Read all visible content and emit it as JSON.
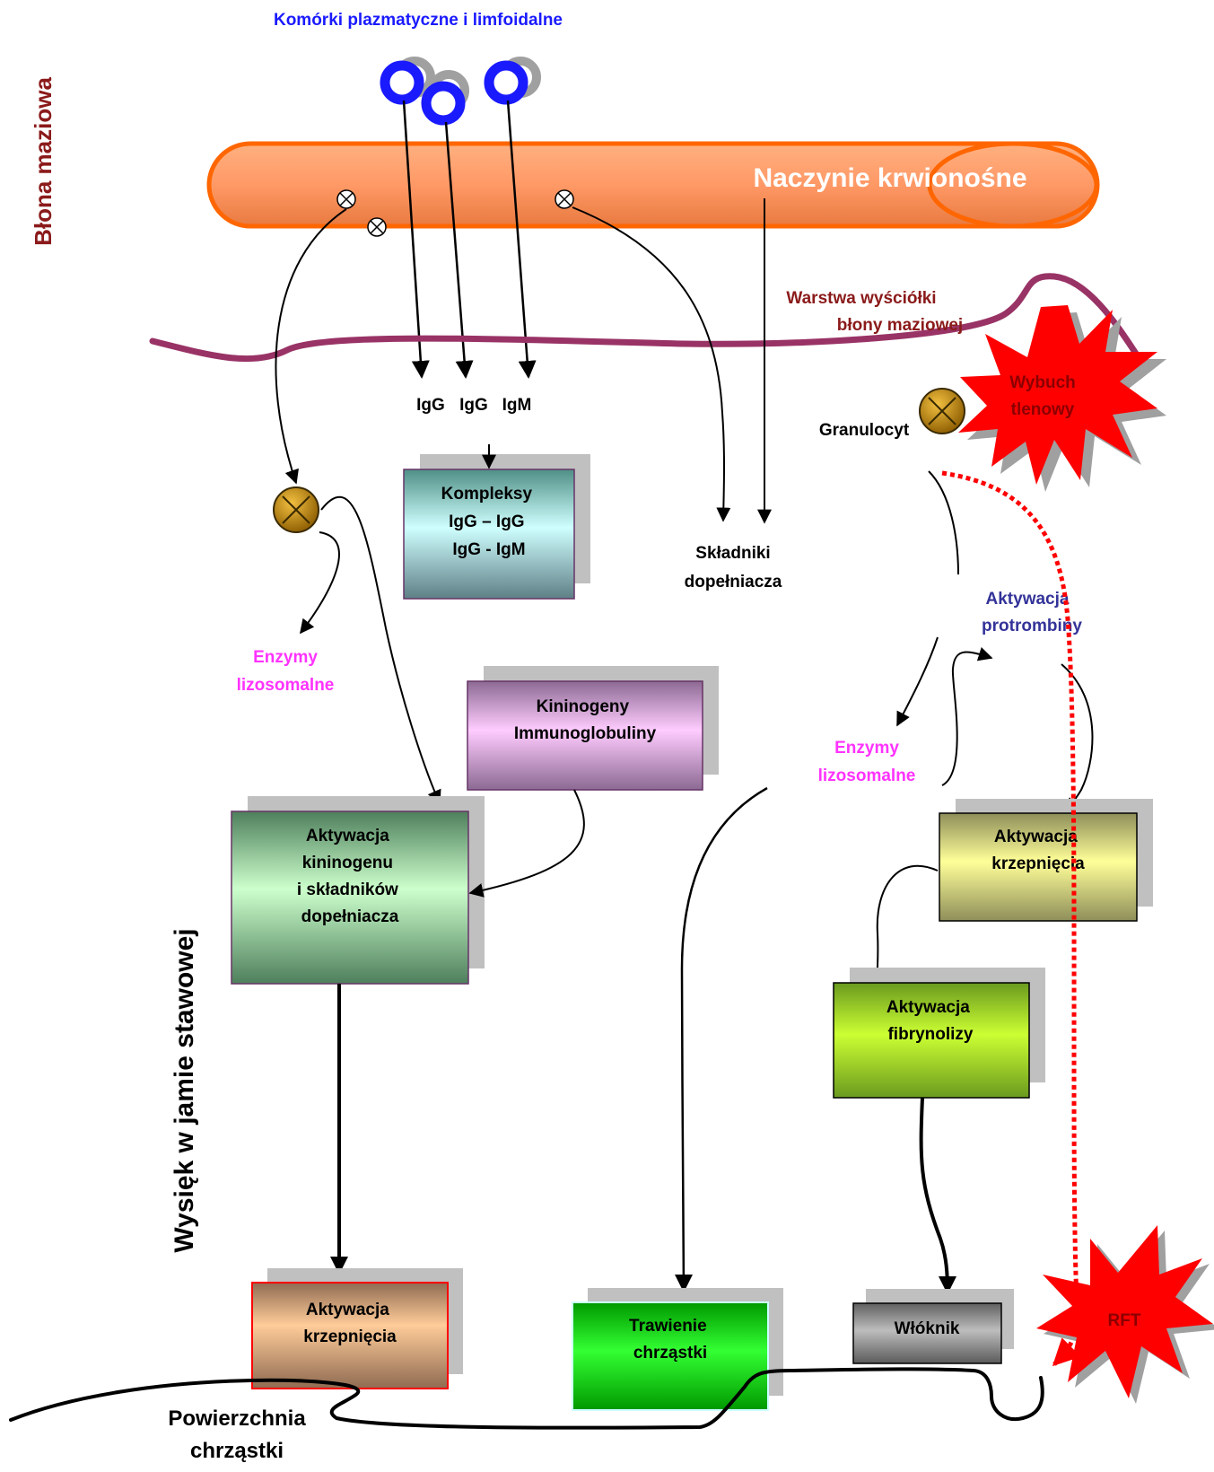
{
  "labels": {
    "plasma_cells": "Komórki plazmatyczne i limfoidalne",
    "synovial_membrane": "Błona maziowa",
    "blood_vessel": "Naczynie krwionośne",
    "synovial_lining_1": "Warstwa wyściółki",
    "synovial_lining_2": "błony maziowej",
    "oxidative_burst_1": "Wybuch",
    "oxidative_burst_2": "tlenowy",
    "granulocyte": "Granulocyt",
    "igg1": "IgG",
    "igg2": "IgG",
    "igm": "IgM",
    "complement_1": "Składniki",
    "complement_2": "dopełniacza",
    "lysosomal_left_1": "Enzymy",
    "lysosomal_left_2": "lizosomalne",
    "lysosomal_right_1": "Enzymy",
    "lysosomal_right_2": "lizosomalne",
    "prothrombin_1": "Aktywacja",
    "prothrombin_2": "protrombiny",
    "effusion": "Wysięk w jamie stawowej",
    "cartilage_surface_1": "Powierzchnia",
    "cartilage_surface_2": "chrząstki",
    "rft": "RFT"
  },
  "boxes": {
    "complexes": [
      "Kompleksy",
      "IgG – IgG",
      "IgG - IgM"
    ],
    "kininogens": [
      "Kininogeny",
      "Immunoglobuliny"
    ],
    "kininogen_activation": [
      "Aktywacja",
      "kininogenu",
      "i składników",
      "dopełniacza"
    ],
    "coag_right": [
      "Aktywacja",
      "krzepnięcia"
    ],
    "fibrinolysis": [
      "Aktywacja",
      "fibrynolizy"
    ],
    "coag_left": [
      "Aktywacja",
      "krzepnięcia"
    ],
    "cartilage_digestion": [
      "Trawienie",
      "chrząstki"
    ],
    "fibrin": [
      "Włóknik"
    ]
  },
  "colors": {
    "blue_label": "#1a1aff",
    "dark_red": "#8b1a1a",
    "magenta": "#ff33ff",
    "navy_label": "#333399",
    "vessel_fill": "#ff9966",
    "vessel_stroke": "#ff6600",
    "membrane": "#993366",
    "burst_red": "#ff0000"
  }
}
